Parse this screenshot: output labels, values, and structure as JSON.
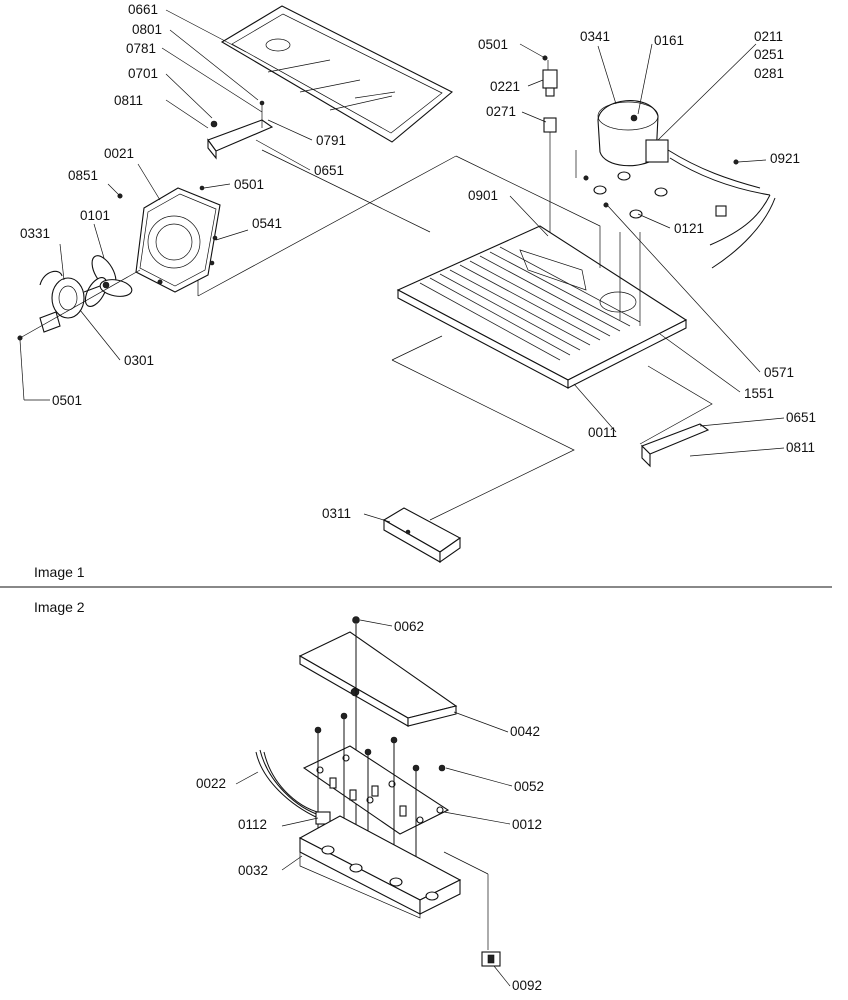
{
  "panels": [
    {
      "title": "Image 1",
      "callouts": [
        "0661",
        "0801",
        "0781",
        "0701",
        "0811",
        "0791",
        "0651",
        "0021",
        "0851",
        "0501",
        "0101",
        "0541",
        "0331",
        "0301",
        "0501",
        "0501",
        "0221",
        "0341",
        "0161",
        "0211",
        "0251",
        "0281",
        "0271",
        "0921",
        "0901",
        "0121",
        "0571",
        "1551",
        "0011",
        "0651",
        "0811",
        "0311"
      ]
    },
    {
      "title": "Image 2",
      "callouts": [
        "0062",
        "0042",
        "0022",
        "0052",
        "0112",
        "0012",
        "0032",
        "0092"
      ]
    }
  ]
}
